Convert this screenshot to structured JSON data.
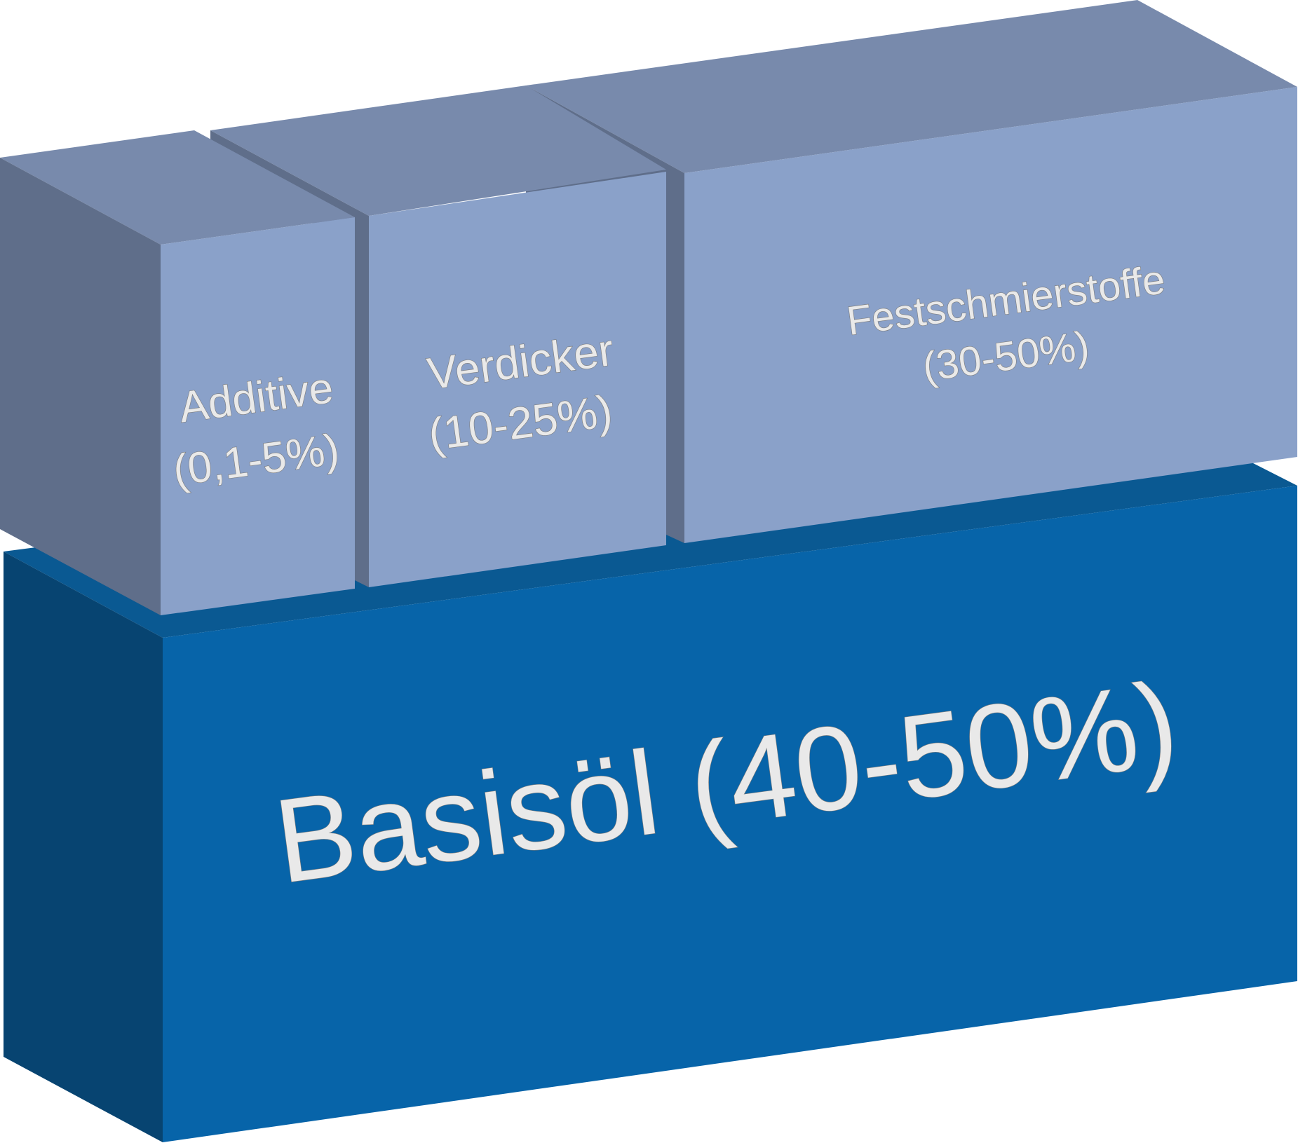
{
  "diagram": {
    "blocks": [
      {
        "id": "basisoel",
        "label": "Basisöl (40-50%)",
        "colors": {
          "front": "#0764a9",
          "side": "#074471",
          "top": "#0a5992"
        }
      },
      {
        "id": "additive",
        "label_line1": "Additive",
        "label_line2": "(0,1-5%)",
        "colors": {
          "front": "#8aa1c9",
          "side": "#5f6e8a",
          "top": "#788aac"
        }
      },
      {
        "id": "verdicker",
        "label_line1": "Verdicker",
        "label_line2": "(10-25%)",
        "colors": {
          "front": "#8aa1c9",
          "side": "#5f6e8a",
          "top": "#788aac"
        }
      },
      {
        "id": "festschmierstoffe",
        "label_line1": "Festschmierstoffe",
        "label_line2": "(30-50%)",
        "colors": {
          "front": "#8aa1c9",
          "side": "#5f6e8a",
          "top": "#788aac"
        }
      }
    ]
  }
}
